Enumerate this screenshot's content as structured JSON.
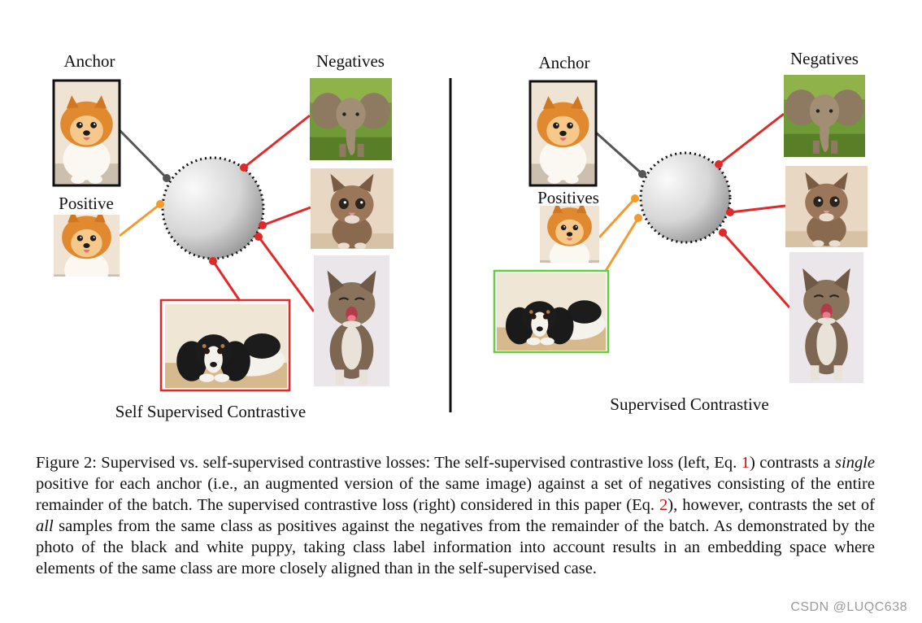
{
  "left_panel": {
    "anchor_label": "Anchor",
    "positive_label": "Positive",
    "negatives_label": "Negatives",
    "title": "Self Supervised Contrastive"
  },
  "right_panel": {
    "anchor_label": "Anchor",
    "positive_label": "Positives",
    "negatives_label": "Negatives",
    "title": "Supervised Contrastive"
  },
  "colors": {
    "anchor_line": "#555555",
    "positive_line": "#f39a2e",
    "negative_line": "#e02a2a",
    "positive_box": "#66cc44",
    "negative_box": "#e02a2a"
  },
  "caption": {
    "p1": "Figure 2: Supervised vs. self-supervised contrastive losses: The self-supervised contrastive loss (left, Eq. ",
    "ref1": "1",
    "p2": ") contrasts a ",
    "em1": "single",
    "p3": " positive for each anchor (i.e., an augmented version of the same image) against a set of negatives consisting of the entire remainder of the batch. The supervised contrastive loss (right) considered in this paper (Eq. ",
    "ref2": "2",
    "p4": "), however, contrasts the set of ",
    "em2": "all",
    "p5": " samples from the same class as positives against the negatives from the remainder of the batch. As demonstrated by the photo of the black and white puppy, taking class label information into account results in an embedding space where elements of the same class are more closely aligned than in the self-supervised case."
  },
  "watermark": "CSDN @LUQC638"
}
